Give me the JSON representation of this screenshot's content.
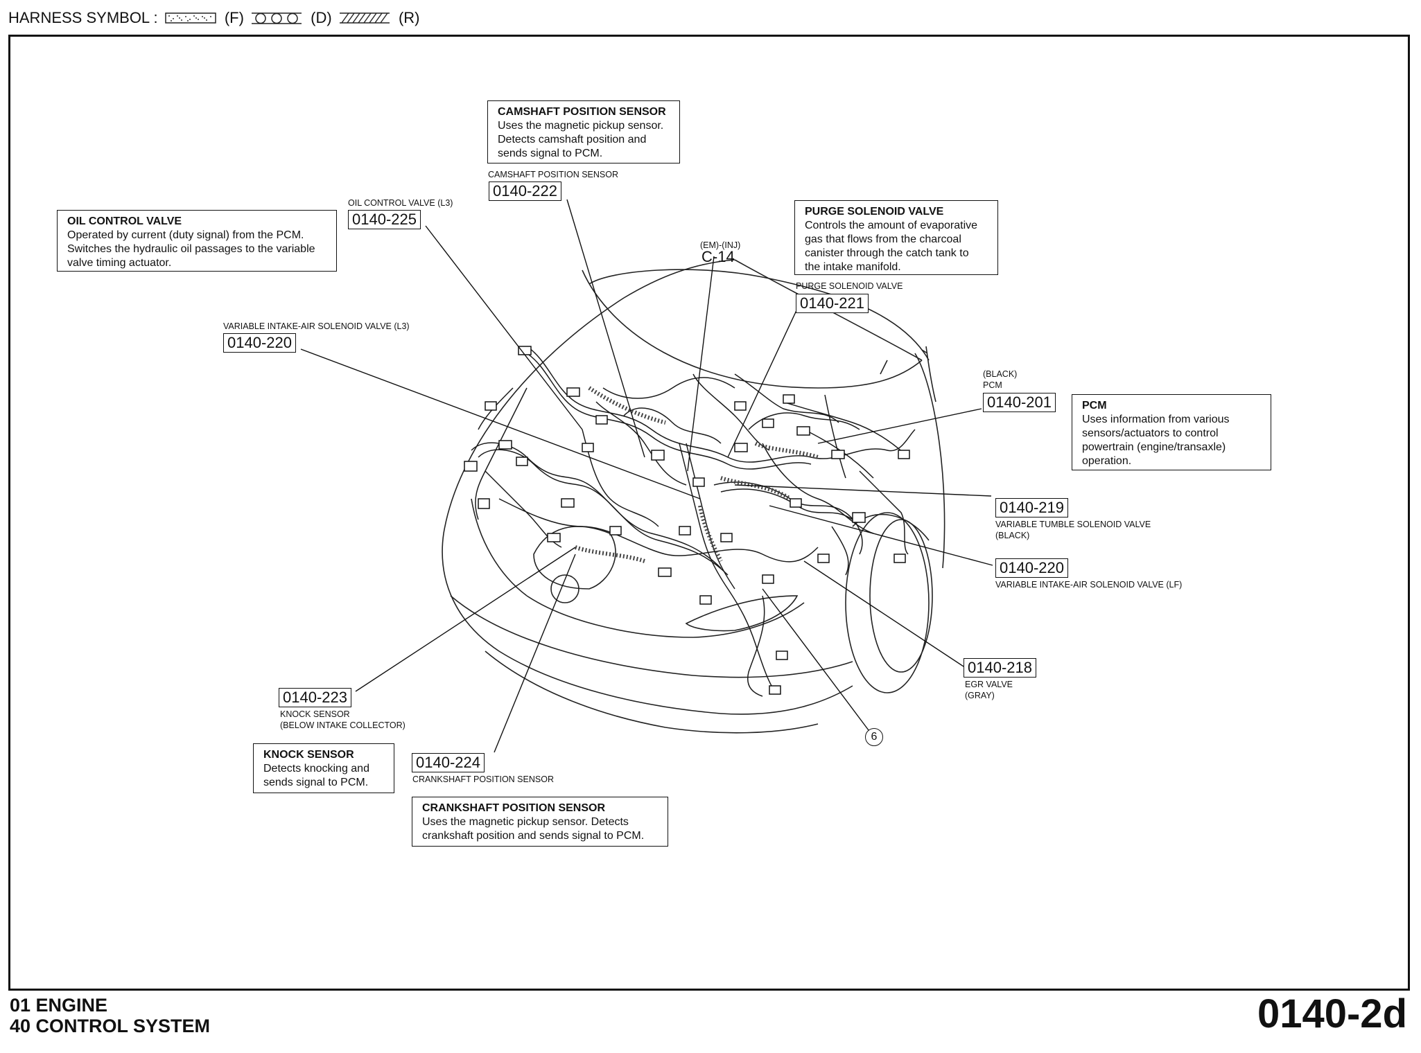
{
  "legend": {
    "prefix": "HARNESS SYMBOL :",
    "items": [
      {
        "pattern": "dotted",
        "label": "(F)"
      },
      {
        "pattern": "circles",
        "label": "(D)"
      },
      {
        "pattern": "hatched",
        "label": "(R)"
      }
    ]
  },
  "boxes": {
    "camshaft": {
      "title": "CAMSHAFT POSITION SENSOR",
      "lines": [
        "Uses the magnetic pickup sensor.",
        "Detects camshaft position and",
        "sends signal to PCM."
      ]
    },
    "oil": {
      "title": "OIL CONTROL VALVE",
      "lines": [
        "Operated by current (duty signal) from the PCM.",
        "Switches the hydraulic oil passages to the variable",
        "valve timing actuator."
      ]
    },
    "purge": {
      "title": "PURGE SOLENOID VALVE",
      "lines": [
        "Controls the amount of evaporative",
        "gas that flows from the charcoal",
        "canister through the catch tank to",
        "the intake manifold."
      ]
    },
    "pcm": {
      "title": "PCM",
      "lines": [
        "Uses information from various",
        "sensors/actuators to control",
        "powertrain (engine/transaxle)",
        "operation."
      ]
    },
    "knock": {
      "title": "KNOCK SENSOR",
      "lines": [
        "Detects knocking and",
        "sends signal to PCM."
      ]
    },
    "crank": {
      "title": "CRANKSHAFT POSITION SENSOR",
      "lines": [
        "Uses the magnetic pickup sensor. Detects",
        "crankshaft position and sends signal to PCM."
      ]
    }
  },
  "codes": {
    "c222": "0140-222",
    "c225": "0140-225",
    "c221": "0140-221",
    "c220a": "0140-220",
    "c201": "0140-201",
    "c219": "0140-219",
    "c220b": "0140-220",
    "c218": "0140-218",
    "c223": "0140-223",
    "c224": "0140-224"
  },
  "captions": {
    "c222": "CAMSHAFT POSITION SENSOR",
    "c225": "OIL CONTROL VALVE (L3)",
    "c221": "PURGE SOLENOID VALVE",
    "c220a": "VARIABLE INTAKE-AIR SOLENOID VALVE (L3)",
    "c201a": "(BLACK)",
    "c201b": "PCM",
    "c219a": "VARIABLE TUMBLE SOLENOID VALVE",
    "c219b": "(BLACK)",
    "c220b": "VARIABLE INTAKE-AIR SOLENOID VALVE (LF)",
    "c218a": "EGR VALVE",
    "c218b": "(GRAY)",
    "c223a": "KNOCK SENSOR",
    "c223b": "(BELOW INTAKE COLLECTOR)",
    "c224": "CRANKSHAFT POSITION SENSOR",
    "c14a": "(EM)-(INJ)",
    "c14b": "C-14"
  },
  "callout": "6",
  "footer": {
    "line1": "01  ENGINE",
    "line2": "40  CONTROL SYSTEM",
    "page": "0140-2d"
  }
}
